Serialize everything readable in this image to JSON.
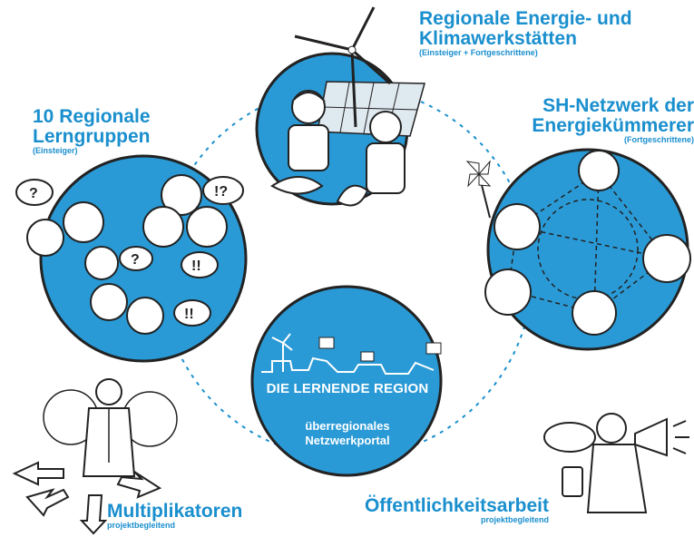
{
  "labels": {
    "workshops_title_1": "Regionale Energie- und",
    "workshops_title_2": "Klimawerkstätten",
    "workshops_sub": "(Einsteiger + Fortgeschrittene)",
    "groups_title_1": "10 Regionale",
    "groups_title_2": "Lerngruppen",
    "groups_sub": "(Einsteiger)",
    "network_title_1": "SH-Netzwerk der",
    "network_title_2": "Energiekümmerer",
    "network_sub": "(Fortgeschrittene)",
    "multipliers_title": "Multiplikatoren",
    "multipliers_sub": "projektbegleitend",
    "pr_title": "Öffentlichkeitsarbeit",
    "pr_sub": "projektbegleitend"
  },
  "center": {
    "title": "DIE LERNENDE REGION",
    "subtitle_1": "überregionales",
    "subtitle_2": "Netzwerkportal"
  },
  "bubbles": {
    "q1": "?",
    "q2": "?",
    "ex_q": "!?",
    "ex1": "!!",
    "ex2": "!!"
  },
  "colors": {
    "accent": "#1a8fce",
    "circle_fill": "#2a9ad6",
    "ink": "#222222"
  },
  "icons": [
    "wind-turbine-icon",
    "solar-panel-icon",
    "megaphone-icon",
    "pinwheel-icon",
    "arrow-icon"
  ]
}
